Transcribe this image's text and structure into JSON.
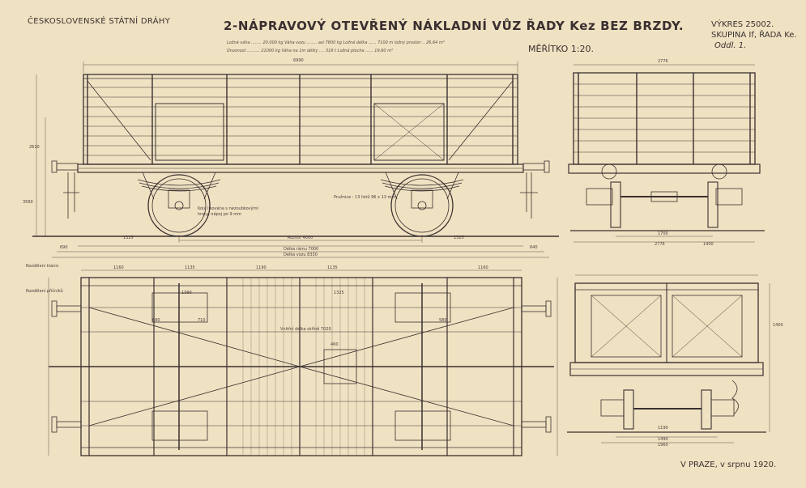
{
  "header": {
    "railway": "ČESKOSLOVENSKÉ STÁTNÍ DRÁHY",
    "title": "2-NÁPRAVOVÝ OTEVŘENÝ NÁKLADNÍ VŮZ ŘADY Kez BEZ BRZDY.",
    "drawing_no": "VÝKRES 25002.",
    "group": "SKUPINA If, ŘADA Ke.",
    "section": "Oddl. 1.",
    "scale": "MĚŘÍTKO 1:20."
  },
  "specs": {
    "line1": "Ložná váha ........ 20.000 kg     Váha vozu ........ asi 7800 kg     Ložná délka ...... 7100 m     ložný prostor .. 26,64 m³",
    "line2": "Únosnost .......... 21000 kg     Váha na 1m délky .... 316 t     Ložná plocha ...... 19,60 m²"
  },
  "dimensions": {
    "side_length": "6990",
    "end_width": "2776",
    "height_left": "2610",
    "height_total": "3560",
    "wheelbase": "Rozvor 4000",
    "buffer_spread_left": "1325",
    "buffer_spread_right": "1325",
    "frame_length": "Délka rámu 7000",
    "overall_length": "Délka vozu 8330",
    "end_overhang_left": "690",
    "end_overhang_right": "640",
    "spring": "Pružnice : 13 listů 96 x 13 mm",
    "axle_note": "Kola lisována s nezoubkovými hroty, nápoj po 9 mm",
    "plan_bays": [
      "1160",
      "1135",
      "1190",
      "1135",
      "1160"
    ],
    "plan_inner": "Vnitřní délka skříně 7020",
    "floor_dims": [
      "680",
      "710",
      "1390",
      "580",
      "460",
      "1325"
    ],
    "section_widths": [
      "1960",
      "1490",
      "1400",
      "1190"
    ],
    "end_widths": [
      "2776",
      "1700",
      "1400"
    ]
  },
  "labels": {
    "crossbeam": "Rozdělení klanic",
    "floor_div": "Rozdělení příčníků"
  },
  "footer": {
    "place_date": "V PRAZE, v srpnu 1920."
  },
  "colors": {
    "paper": "#efe2c2",
    "ink": "#3a3030"
  }
}
